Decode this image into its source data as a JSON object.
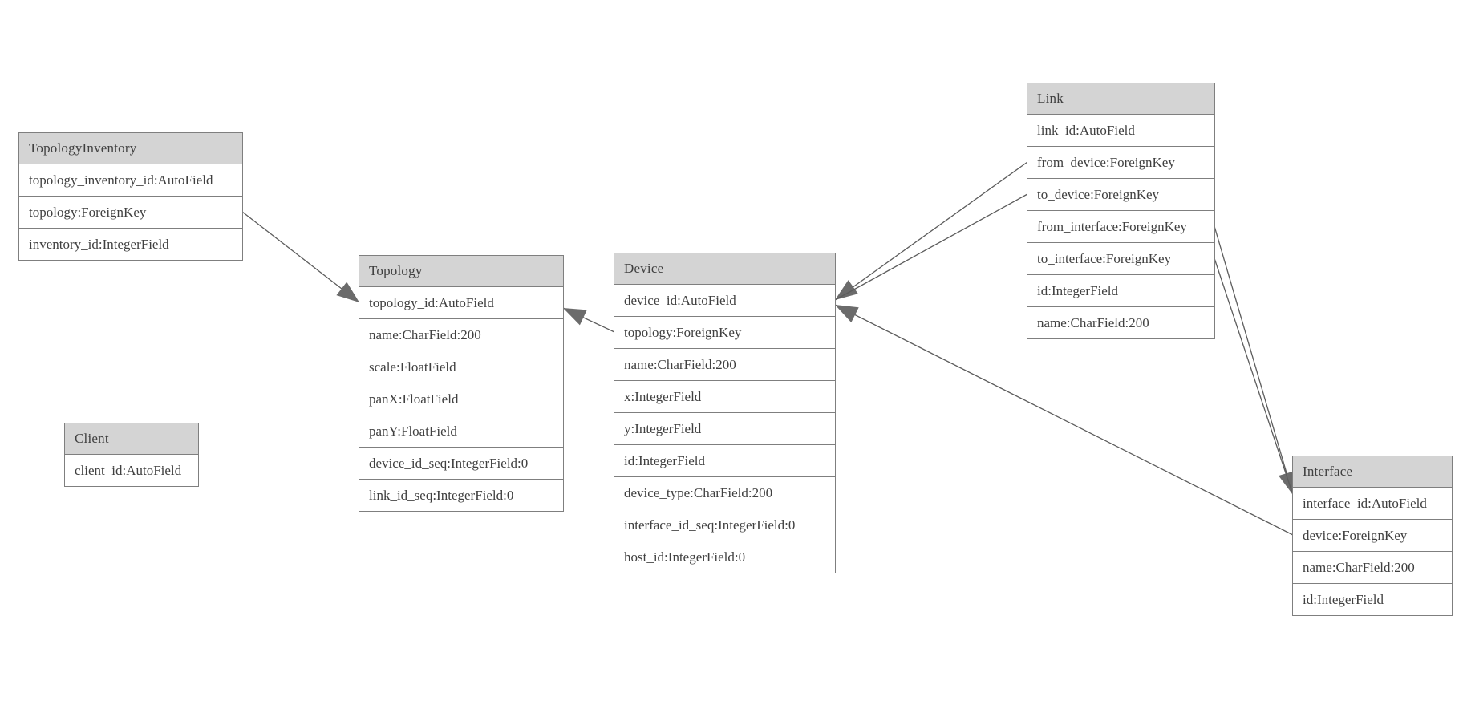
{
  "colors": {
    "header_fill": "#d4d4d4",
    "table_border": "#7f7f7f",
    "text": "#404040",
    "relation_line": "#5c5c5c",
    "arrowhead": "#6b6b6b"
  },
  "tables": [
    {
      "name": "TopologyInventory",
      "fields": [
        "topology_inventory_id:AutoField",
        "topology:ForeignKey",
        "inventory_id:IntegerField"
      ]
    },
    {
      "name": "Topology",
      "fields": [
        "topology_id:AutoField",
        "name:CharField:200",
        "scale:FloatField",
        "panX:FloatField",
        "panY:FloatField",
        "device_id_seq:IntegerField:0",
        "link_id_seq:IntegerField:0"
      ]
    },
    {
      "name": "Client",
      "fields": [
        "client_id:AutoField"
      ]
    },
    {
      "name": "Device",
      "fields": [
        "device_id:AutoField",
        "topology:ForeignKey",
        "name:CharField:200",
        "x:IntegerField",
        "y:IntegerField",
        "id:IntegerField",
        "device_type:CharField:200",
        "interface_id_seq:IntegerField:0",
        "host_id:IntegerField:0"
      ]
    },
    {
      "name": "Link",
      "fields": [
        "link_id:AutoField",
        "from_device:ForeignKey",
        "to_device:ForeignKey",
        "from_interface:ForeignKey",
        "to_interface:ForeignKey",
        "id:IntegerField",
        "name:CharField:200"
      ]
    },
    {
      "name": "Interface",
      "fields": [
        "interface_id:AutoField",
        "device:ForeignKey",
        "name:CharField:200",
        "id:IntegerField"
      ]
    }
  ],
  "relationships": [
    {
      "name": "topologyinventory-topology-to-topology",
      "from": "tables.0.fields.1",
      "from_side": "right",
      "to": "tables.1.fields.0",
      "to_side": "left",
      "to_dy": 0,
      "arrow": true
    },
    {
      "name": "device-topology-to-topology",
      "from": "tables.3.fields.1",
      "from_side": "left",
      "to": "tables.1.fields.0",
      "to_side": "right",
      "to_dy": 7,
      "arrow": true
    },
    {
      "name": "link-from_device-to-device",
      "from": "tables.4.fields.1",
      "from_side": "left",
      "to": "tables.3.fields.0",
      "to_side": "right",
      "to_dy": 0,
      "arrow": true
    },
    {
      "name": "link-to_device-to-device",
      "from": "tables.4.fields.2",
      "from_side": "left",
      "to": "tables.3.fields.0",
      "to_side": "right",
      "to_dy": 0,
      "arrow": false
    },
    {
      "name": "link-from_interface-to-interface",
      "from": "tables.4.fields.3",
      "from_side": "right",
      "to": "tables.5.fields.0",
      "to_side": "left",
      "to_dy": -10,
      "arrow": true
    },
    {
      "name": "link-to_interface-to-interface",
      "from": "tables.4.fields.4",
      "from_side": "right",
      "to": "tables.5.fields.0",
      "to_side": "left",
      "to_dy": -10,
      "arrow": false
    },
    {
      "name": "interface-device-to-device",
      "from": "tables.5.fields.1",
      "from_side": "left",
      "to": "tables.3.fields.0",
      "to_side": "right",
      "to_dy": 6,
      "arrow": true
    }
  ]
}
